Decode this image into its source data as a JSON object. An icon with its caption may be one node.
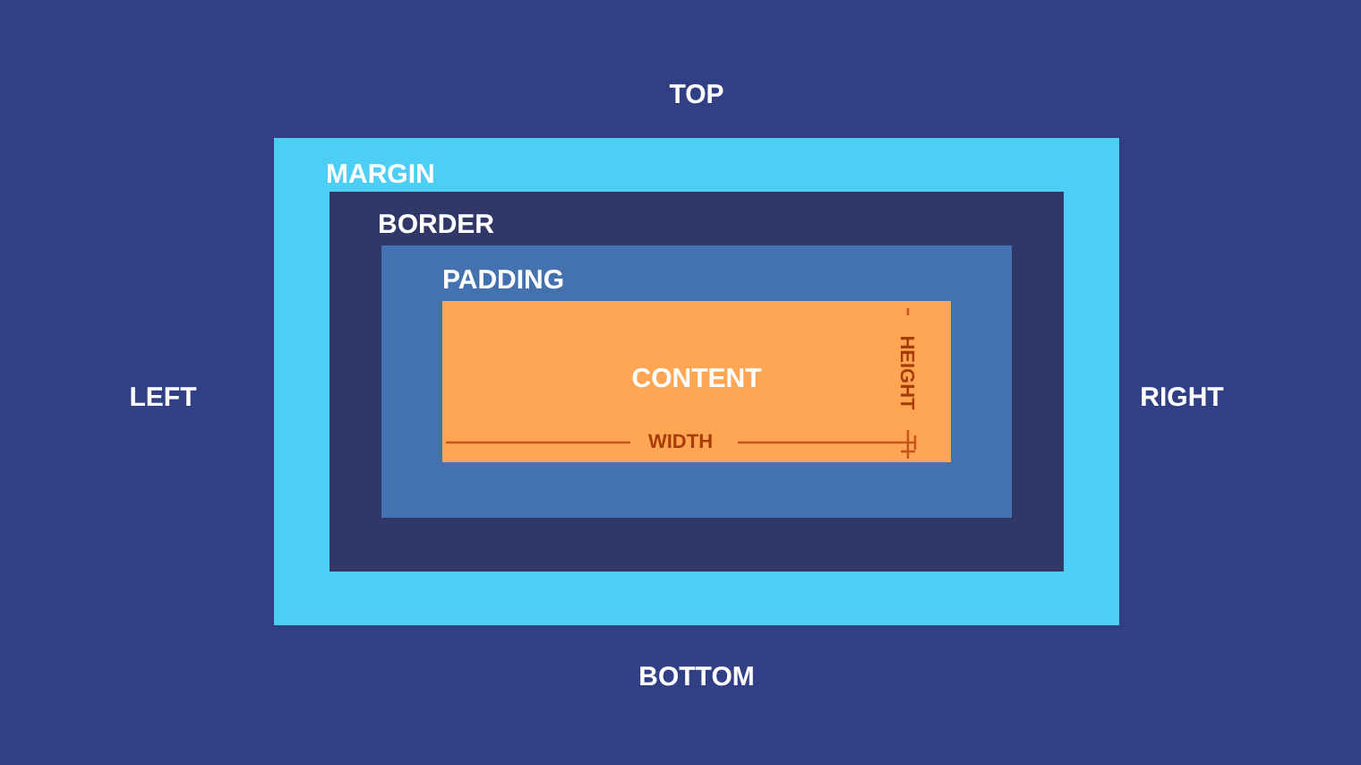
{
  "diagram": {
    "nodes": [
      {
        "text": [
          "MARGIN"
        ]
      },
      {
        "text": [
          "BORDER"
        ],
        "in": 0
      },
      {
        "text": [
          "PADDING"
        ],
        "in": 1
      },
      {
        "text": [
          "CONTENT"
        ],
        "in": 2
      }
    ],
    "labels": [
      "TOP",
      "LEFT",
      "RIGHT",
      "BOTTOM",
      "WIDTH",
      "HEIGHT"
    ]
  }
}
